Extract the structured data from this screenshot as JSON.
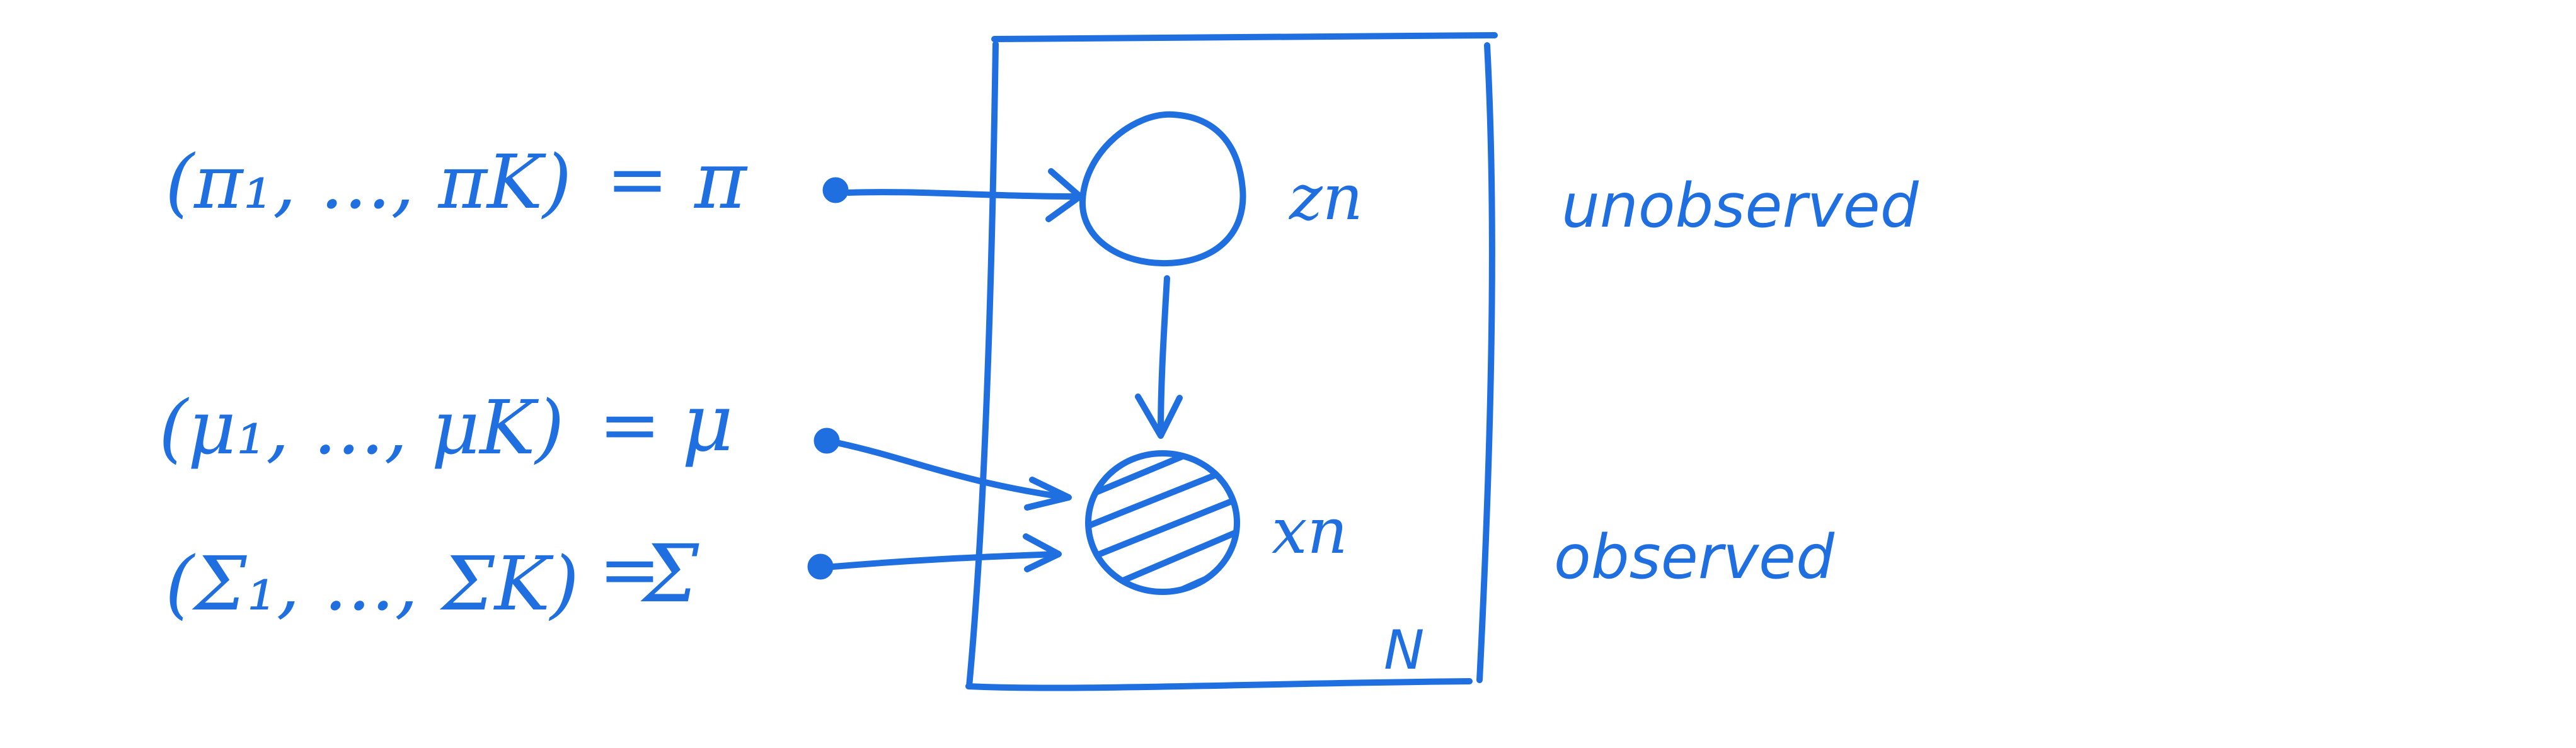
{
  "colors": {
    "ink": "#1f6fe0",
    "background": "#ffffff"
  },
  "parameters": {
    "pi": {
      "vector": "(π₁, ..., πK)",
      "equals": "=",
      "symbol": "π"
    },
    "mu": {
      "vector": "(μ₁, ..., μK)",
      "equals": "=",
      "symbol": "μ"
    },
    "sigma": {
      "vector": "(Σ₁, ..., ΣK)",
      "equals": "=",
      "symbol": "Σ"
    }
  },
  "nodes": {
    "z": {
      "label": "zn",
      "state": "unobserved"
    },
    "x": {
      "label": "xn",
      "state": "observed"
    }
  },
  "plate": {
    "label": "N"
  },
  "annotations": {
    "unobserved": "unobserved",
    "observed": "observed"
  }
}
